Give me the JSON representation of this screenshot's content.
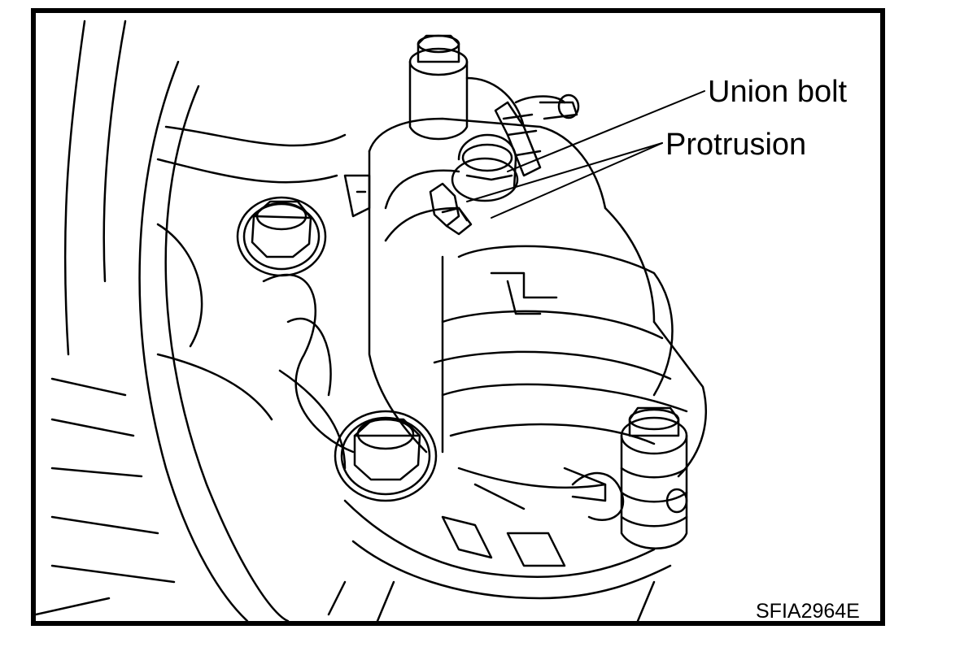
{
  "diagram": {
    "labels": {
      "union_bolt": "Union bolt",
      "protrusion": "Protrusion"
    },
    "figure_code": "SFIA2964E",
    "colors": {
      "line": "#000000",
      "background": "#ffffff"
    }
  }
}
